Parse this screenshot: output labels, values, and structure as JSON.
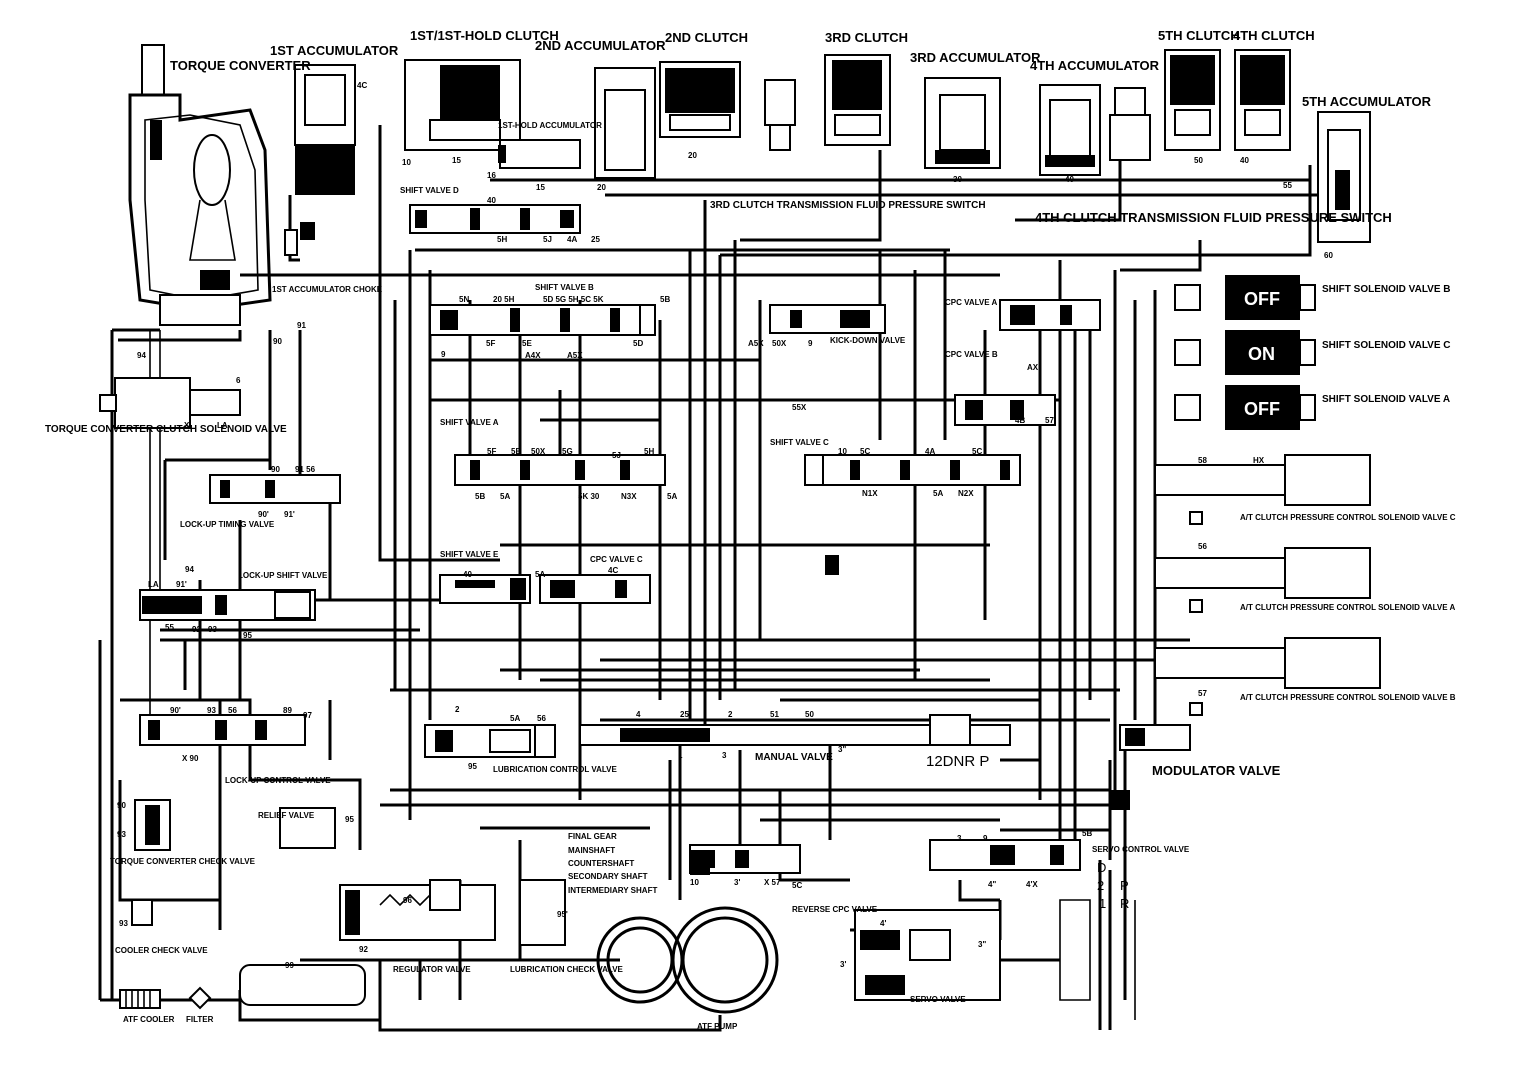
{
  "labels": {
    "torque_converter": "TORQUE CONVERTER",
    "acc1": "1ST ACCUMULATOR",
    "clutch1": "1ST/1ST-HOLD CLUTCH",
    "acc2": "2ND ACCUMULATOR",
    "clutch2": "2ND CLUTCH",
    "clutch3": "3RD CLUTCH",
    "acc3": "3RD ACCUMULATOR",
    "acc4": "4TH ACCUMULATOR",
    "clutch5": "5TH CLUTCH",
    "clutch4": "4TH CLUTCH",
    "acc5": "5TH ACCUMULATOR",
    "acc1hold": "1ST-HOLD ACCUMULATOR",
    "shift_valve_d": "SHIFT VALVE D",
    "sw3": "3RD CLUTCH TRANSMISSION FLUID PRESSURE SWITCH",
    "sw4": "4TH CLUTCH TRANSMISSION FLUID PRESSURE SWITCH",
    "choke1": "1ST ACCUMULATOR CHOKE",
    "shift_valve_b": "SHIFT VALVE B",
    "kickdown": "KICK-DOWN VALVE",
    "cpc_a": "CPC VALVE A",
    "cpc_b": "CPC VALVE B",
    "ssv_b": "SHIFT SOLENOID VALVE B",
    "ssv_c": "SHIFT SOLENOID VALVE C",
    "ssv_a": "SHIFT SOLENOID VALVE A",
    "tcc_sol": "TORQUE CONVERTER CLUTCH SOLENOID VALVE",
    "shift_valve_a": "SHIFT VALVE A",
    "shift_valve_c": "SHIFT VALVE C",
    "lockup_timing": "LOCK-UP TIMING VALVE",
    "lockup_shift": "LOCK-UP SHIFT VALVE",
    "shift_valve_e": "SHIFT VALVE E",
    "cpc_c": "CPC VALVE C",
    "atcpc_c": "A/T CLUTCH PRESSURE CONTROL SOLENOID VALVE C",
    "atcpc_a": "A/T CLUTCH PRESSURE CONTROL SOLENOID VALVE A",
    "atcpc_b": "A/T CLUTCH PRESSURE CONTROL SOLENOID VALVE B",
    "lockup_control": "LOCK-UP CONTROL VALVE",
    "lubrication_control": "LUBRICATION CONTROL VALVE",
    "manual_valve": "MANUAL VALVE",
    "modulator": "MODULATOR VALVE",
    "relief": "RELIEF VALVE",
    "tc_check": "TORQUE CONVERTER CHECK VALVE",
    "cooler_check": "COOLER CHECK VALVE",
    "final_gear": "FINAL GEAR",
    "mainshaft": "MAINSHAFT",
    "countershaft": "COUNTERSHAFT",
    "secondary_shaft": "SECONDARY SHAFT",
    "intermediary_shaft": "INTERMEDIARY SHAFT",
    "servo_control": "SERVO CONTROL VALVE",
    "reverse_cpc": "REVERSE CPC VALVE",
    "servo_valve": "SERVO VALVE",
    "regulator": "REGULATOR VALVE",
    "lub_check": "LUBRICATION CHECK VALVE",
    "atf_pump": "ATF PUMP",
    "atf_cooler": "ATF COOLER",
    "filter": "FILTER",
    "gear_positions": "12DNR P",
    "sel_d": "D",
    "sel_2": "2",
    "sel_1": "1",
    "sel_p": "P",
    "sel_r": "R"
  },
  "solenoid_states": {
    "b": "OFF",
    "c": "ON",
    "a": "OFF"
  },
  "ports": {
    "p4c": "4C",
    "p10a": "10",
    "p15a": "15",
    "p16": "16",
    "p20a": "20",
    "p30": "30",
    "p40a": "40",
    "p50": "50",
    "p40b": "40",
    "p55": "55",
    "p60": "60",
    "p15b": "15",
    "p20b": "20",
    "p40c": "40",
    "p5H": "5H",
    "p5J": "5J",
    "p4A": "4A",
    "p25": "25",
    "p20_5H": "20 5H",
    "p5D5G": "5D 5G 5H 5C 5K",
    "p5B": "5B",
    "p5N": "5N",
    "p5F": "5F",
    "p5E": "5E",
    "pA4X": "A4X",
    "pA5X": "A5X",
    "p5D": "5D",
    "p91": "91",
    "p90": "90",
    "p94": "94",
    "p6a": "6",
    "pX1": "X",
    "pLA": "LA",
    "p9a": "9",
    "pA5X2": "A5X",
    "p50X": "50X",
    "p9b": "9",
    "p55X": "55X",
    "pAX": "AX",
    "p4B": "4B",
    "p57": "57",
    "p5F2": "5F",
    "p5E2": "5E",
    "p50X2": "50X",
    "p5G": "5G",
    "p5J2": "5J",
    "p5H2": "5H",
    "p5B2": "5B",
    "p5A": "5A",
    "p5K30": "5K 30",
    "pN3X": "N3X",
    "p5A2": "5A",
    "p10b": "10",
    "p5C": "5C",
    "p4A2": "4A",
    "p5C2": "5C",
    "pN1X": "N1X",
    "p5A3": "5A",
    "pN2X": "N2X",
    "p90b": "90",
    "p91b": "91 56",
    "p90c": "90'",
    "p91c": "91'",
    "p94b": "94",
    "pLA2": "LA",
    "p91d": "91'",
    "p92": "92",
    "p93": "93",
    "p95": "95",
    "p40d": "40",
    "p4C2": "4C",
    "p5A4": "5A",
    "p58": "58",
    "p56": "56",
    "pHX": "HX",
    "p57b": "57",
    "p90d": "90'",
    "p93b": "93",
    "p56b": "56",
    "p89": "89",
    "p97": "97",
    "pX90": "X 90",
    "p2a": "2",
    "p5A5": "5A",
    "p56c": "56",
    "p95b": "95",
    "p4": "4",
    "p25b": "25",
    "p2b": "2",
    "p51": "51",
    "p50b": "50",
    "p1": "1",
    "p3": "3",
    "p3pp": "3\"",
    "p95c": "95",
    "p96": "96",
    "p92b": "92",
    "p99": "99",
    "p95d": "95'",
    "p10c": "10",
    "p3p": "3'",
    "pX57": "X 57",
    "p5C3": "5C",
    "p3b": "3",
    "p9c": "9",
    "p4pp": "4\"",
    "p4px": "4'X",
    "p5B3": "5B",
    "p4p": "4'",
    "p3ppb": "3\"",
    "p3pb": "3'",
    "p93c": "93",
    "p90e": "90",
    "p93d": "93"
  }
}
